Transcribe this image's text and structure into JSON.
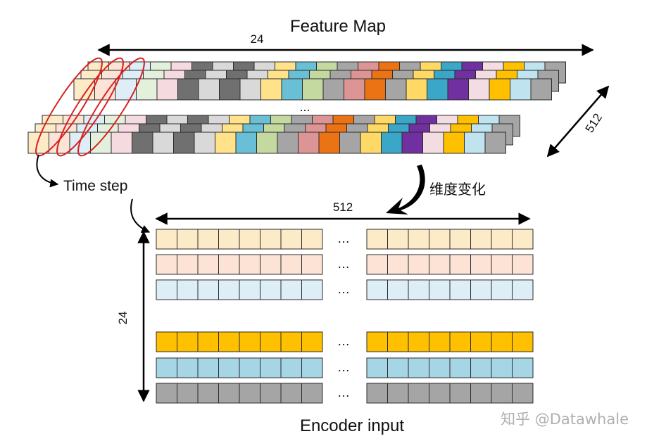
{
  "feature_map": {
    "title": "Feature Map",
    "width_label": "24",
    "depth_label": "512",
    "ellipsis": "...",
    "colors": [
      "#fdebc8",
      "#fde3d6",
      "#ddeef7",
      "#e3f1dc",
      "#f5dbe0",
      "#707070",
      "#d9d9d9",
      "#707070",
      "#d9d9d9",
      "#ffe28a",
      "#69c0d6",
      "#c4d9a0",
      "#a5a5a5",
      "#dc9494",
      "#ec7314",
      "#a5a5a5",
      "#ffd966",
      "#3aa6c8",
      "#7030a0",
      "#f3dde3",
      "#ffc000",
      "#bfe3ef",
      "#a5a5a5"
    ]
  },
  "transform_label": "维度变化",
  "time_step_label": "Time step",
  "encoder": {
    "title": "Encoder input",
    "width_label": "512",
    "height_label": "24",
    "row_ellipsis": "…",
    "rows": [
      {
        "color": "#fdebc8"
      },
      {
        "color": "#fde3d6"
      },
      {
        "color": "#ddeef7"
      },
      {
        "color": "#ffc000"
      },
      {
        "color": "#a6d6e6"
      },
      {
        "color": "#a5a5a5"
      }
    ]
  },
  "watermark": "知乎 @Datawhale"
}
